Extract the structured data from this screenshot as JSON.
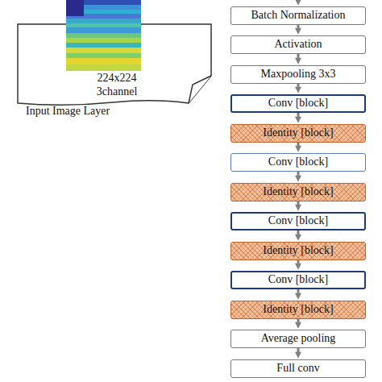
{
  "diagram": {
    "nodes": [
      {
        "text": [
          "224x224 3channel",
          "Input Image Layer"
        ]
      },
      {
        "text": [
          "Batch Normalization"
        ]
      },
      {
        "text": [
          "Activation"
        ]
      },
      {
        "text": [
          "Maxpooling 3x3"
        ]
      },
      {
        "text": [
          "Conv [block]"
        ]
      },
      {
        "text": [
          "Identity [block]"
        ]
      },
      {
        "text": [
          "Conv [block]"
        ]
      },
      {
        "text": [
          "Identity [block]"
        ]
      },
      {
        "text": [
          "Conv [block]"
        ]
      },
      {
        "text": [
          "Identity [block]"
        ]
      },
      {
        "text": [
          "Conv [block]"
        ]
      },
      {
        "text": [
          "Identity [block]"
        ]
      },
      {
        "text": [
          "Average pooling"
        ]
      },
      {
        "text": [
          "Full conv"
        ]
      }
    ],
    "edges": [
      {
        "from": 1,
        "to": 2,
        "arrow": "to"
      },
      {
        "from": 2,
        "to": 3,
        "arrow": "to"
      },
      {
        "from": 3,
        "to": 4,
        "arrow": "to"
      },
      {
        "from": 4,
        "to": 5,
        "arrow": "to"
      },
      {
        "from": 5,
        "to": 6,
        "arrow": "to"
      },
      {
        "from": 6,
        "to": 7,
        "arrow": "to"
      },
      {
        "from": 7,
        "to": 8,
        "arrow": "to"
      },
      {
        "from": 8,
        "to": 9,
        "arrow": "to"
      },
      {
        "from": 9,
        "to": 10,
        "arrow": "to"
      },
      {
        "from": 10,
        "to": 11,
        "arrow": "to"
      },
      {
        "from": 11,
        "to": 12,
        "arrow": "to"
      },
      {
        "from": 12,
        "to": 13,
        "arrow": "to"
      }
    ]
  }
}
